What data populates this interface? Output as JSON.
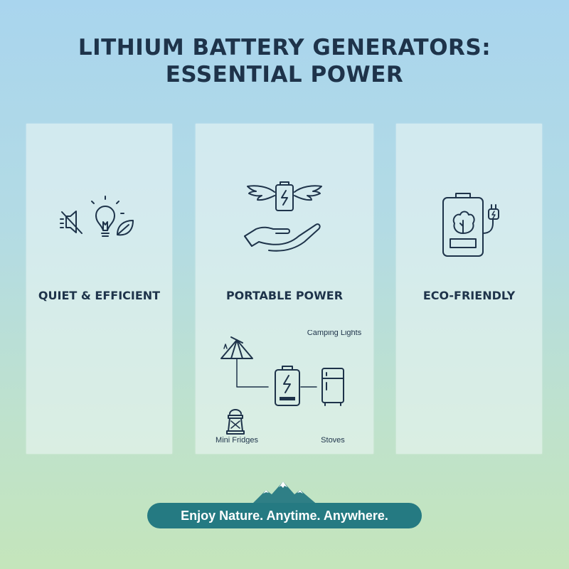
{
  "title": {
    "line1": "LITHIUM BATTERY GENERATORS:",
    "line2": "ESSENTIAL POWER"
  },
  "cards": [
    {
      "label": "QUIET & EFFICIENT",
      "icon": "muted-speaker-lightbulb-leaf-icon"
    },
    {
      "label": "PORTABLE POWER",
      "icon": "winged-battery-hand-icon"
    },
    {
      "label": "ECO-FRIENDLY",
      "icon": "battery-tree-plug-icon"
    }
  ],
  "diagram": {
    "labels": {
      "camping_lights": "Camping Lights",
      "mini_fridges": "Mini Fridges",
      "stoves": "Stoves"
    },
    "icons": [
      "tent-icon",
      "lantern-icon",
      "battery-icon",
      "fridge-icon"
    ]
  },
  "banner": {
    "text": "Enjoy Nature. Anytime. Anywhere."
  },
  "colors": {
    "accent": "#257a82",
    "text": "#1e334a",
    "background_top": "#a9d5ee",
    "background_bottom": "#c4e5bb"
  }
}
